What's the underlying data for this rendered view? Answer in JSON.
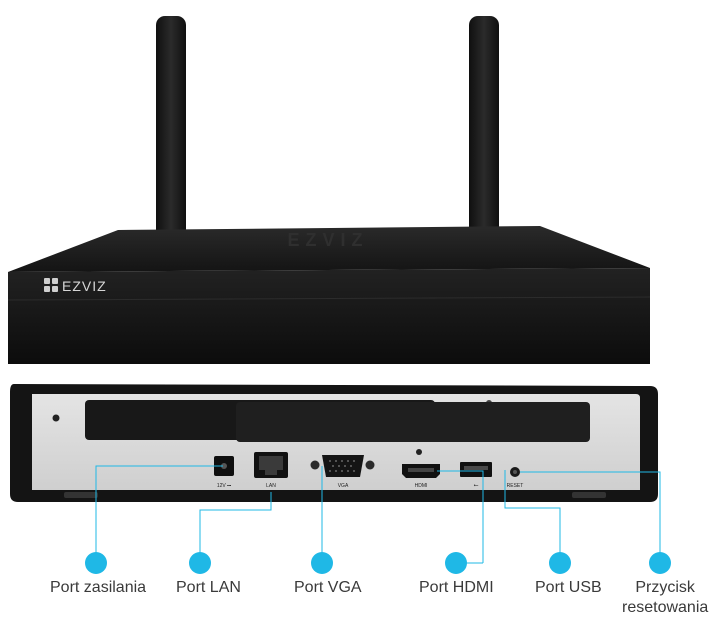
{
  "product": {
    "brand": "EZVIZ",
    "top_logo": "EZVIZ"
  },
  "rear_panel": {
    "port_marks": {
      "power": "12V ⎓",
      "lan": "LAN",
      "vga": "VGA",
      "hdmi": "HDMI",
      "usb": "⭠",
      "reset": "RESET"
    }
  },
  "callouts": [
    {
      "id": "power",
      "label": "Port zasilania"
    },
    {
      "id": "lan",
      "label": "Port LAN"
    },
    {
      "id": "vga",
      "label": "Port VGA"
    },
    {
      "id": "hdmi",
      "label": "Port HDMI"
    },
    {
      "id": "usb",
      "label": "Port USB"
    },
    {
      "id": "reset",
      "label": "Przycisk\nresetowania"
    }
  ],
  "colors": {
    "accent": "#1fb8e6",
    "device_body": "#1b1b1b",
    "rear_panel": "#d8d8d8",
    "text": "#3a3a3a"
  }
}
